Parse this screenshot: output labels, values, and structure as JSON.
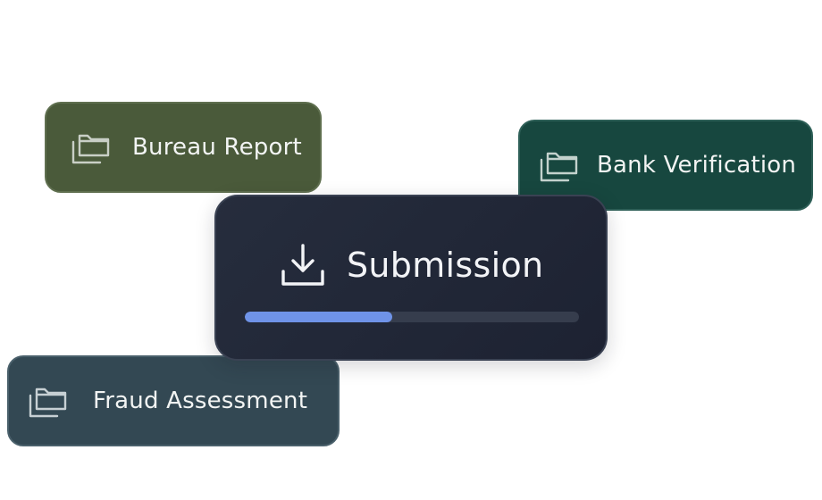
{
  "cards": {
    "bureau": {
      "label": "Bureau Report",
      "icon": "folders-icon",
      "color": "#4a5a3a"
    },
    "bank": {
      "label": "Bank Verification",
      "icon": "folders-icon",
      "color": "#17473f"
    },
    "fraud": {
      "label": "Fraud Assessment",
      "icon": "folders-icon",
      "color": "#334853"
    }
  },
  "submission": {
    "label": "Submission",
    "icon": "download-icon",
    "progress": 0.44,
    "progress_color": "#6f93e8",
    "background": "#22283a"
  }
}
